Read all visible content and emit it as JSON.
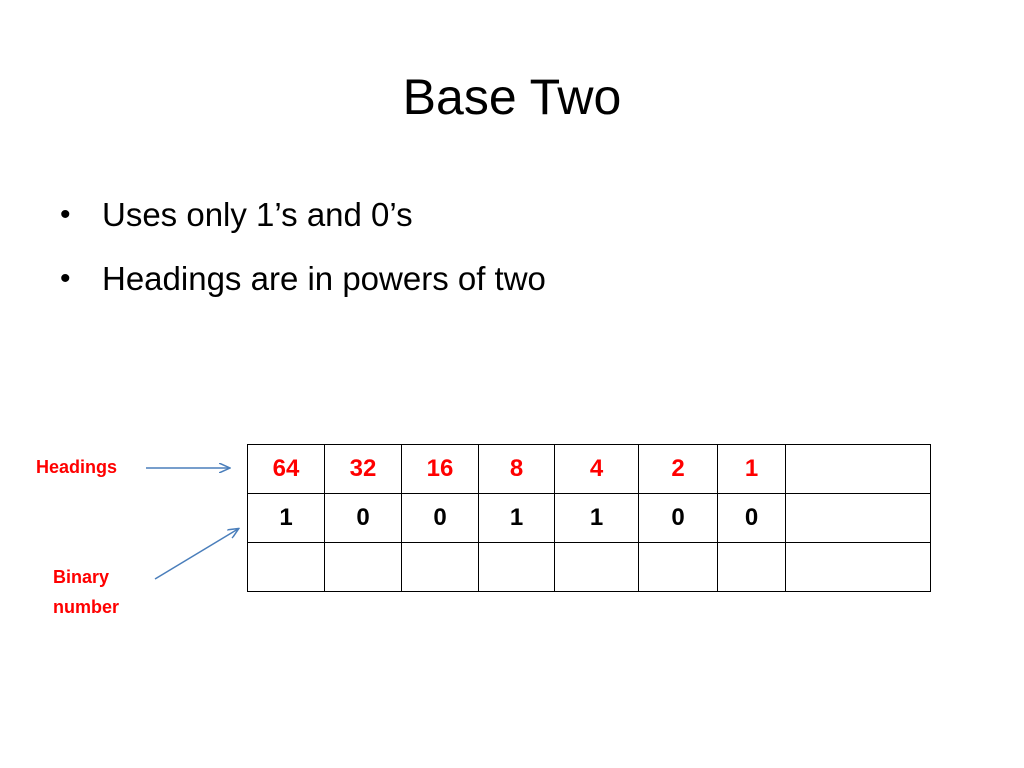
{
  "slide": {
    "title": "Base Two",
    "bullets": [
      "Uses only 1’s and 0’s",
      "Headings are in powers of two"
    ],
    "bullet_symbol": "•"
  },
  "labels": {
    "headings": "Headings",
    "binary_number": "Binary number"
  },
  "table": {
    "headings": [
      "64",
      "32",
      "16",
      "8",
      "4",
      "2",
      "1",
      ""
    ],
    "binary": [
      "1",
      "0",
      "0",
      "1",
      "1",
      "0",
      "0",
      ""
    ],
    "empty_row": [
      "",
      "",
      "",
      "",
      "",
      "",
      "",
      ""
    ]
  },
  "colors": {
    "heading_text": "#ff0000",
    "label_text": "#ff0000",
    "arrow": "#4a7ebb",
    "text": "#000000"
  }
}
